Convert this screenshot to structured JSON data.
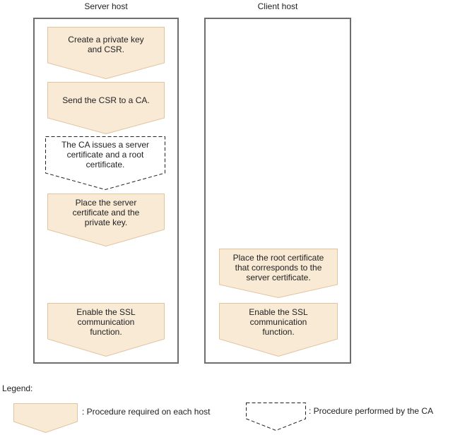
{
  "diagram": {
    "columns": [
      {
        "title": "Server host",
        "steps": [
          {
            "text": "Create a private key\nand CSR.",
            "style": "filled"
          },
          {
            "text": "Send the CSR to a CA.",
            "style": "filled"
          },
          {
            "text": "The CA issues a server\ncertificate and a root\ncertificate.",
            "style": "dashed"
          },
          {
            "text": "Place the server\ncertificate and the\nprivate key.",
            "style": "filled"
          },
          {
            "text": "Enable the SSL\ncommunication\nfunction.",
            "style": "filled"
          }
        ]
      },
      {
        "title": "Client host",
        "steps": [
          {
            "text": "Place the root certificate\nthat corresponds to the\nserver certificate.",
            "style": "filled"
          },
          {
            "text": "Enable the SSL\ncommunication\nfunction.",
            "style": "filled"
          }
        ]
      }
    ],
    "legend": {
      "label": "Legend:",
      "items": [
        {
          "text": ": Procedure required on each host",
          "style": "filled"
        },
        {
          "text": ": Procedure performed by the CA",
          "style": "dashed"
        }
      ]
    },
    "colors": {
      "shape_fill": "#f9ead6",
      "shape_border": "#e2c49e",
      "dashed_border": "#222222",
      "box_border": "#6e6e6e",
      "text": "#222222"
    }
  }
}
